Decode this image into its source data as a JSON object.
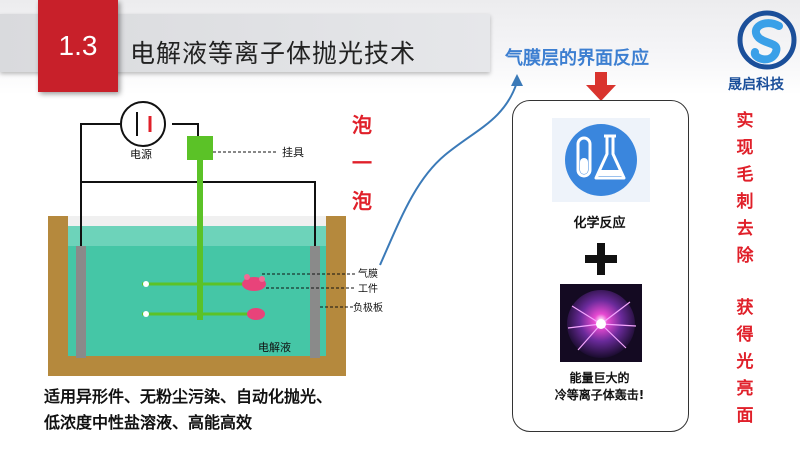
{
  "header": {
    "section_number": "1.3",
    "title": "电解液等离子体抛光技术"
  },
  "logo": {
    "company_name": "晟启科技"
  },
  "subtitle": "气膜层的界面反应",
  "diagram": {
    "labels": {
      "power": "电源",
      "hanger": "挂具",
      "gas_film": "气膜",
      "workpiece": "工件",
      "cathode_plate": "负极板",
      "electrolyte": "电解液"
    },
    "side_note": [
      "泡",
      "一",
      "泡"
    ]
  },
  "panel": {
    "chemical_reaction": "化学反应",
    "plasma_line1": "能量巨大的",
    "plasma_line2": "冷等离子体轰击!"
  },
  "right_vertical": {
    "col1": [
      "实",
      "现",
      "毛",
      "刺",
      "去",
      "除"
    ],
    "col2": [
      "获",
      "得",
      "光",
      "亮",
      "面"
    ]
  },
  "bottom": {
    "line1": "适用异形件、无粉尘污染、自动化抛光、",
    "line2": "低浓度中性盐溶液、高能高效"
  },
  "colors": {
    "accent_red": "#c8202a",
    "text_red": "#e0202a",
    "blue": "#3d7fd1",
    "electrolyte": "#4cc9a8",
    "green": "#5bc227",
    "workpiece": "#e8437a"
  }
}
